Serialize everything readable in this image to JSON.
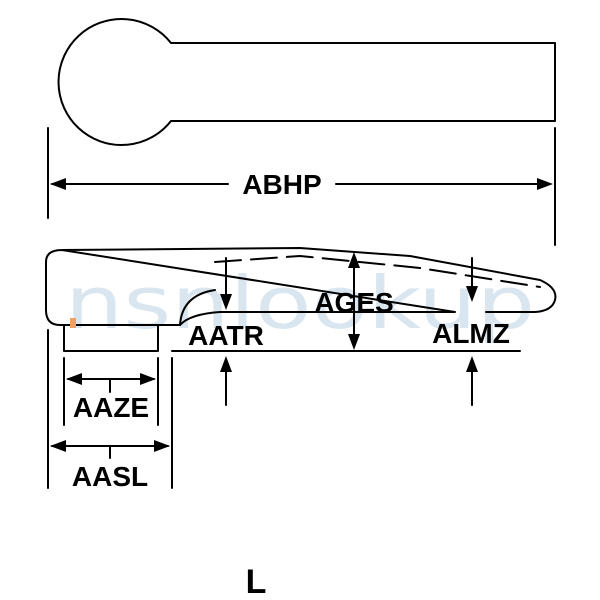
{
  "figure": {
    "watermark": "nsnlookup",
    "figure_letter": "L",
    "dimensions": {
      "overall_length": "ABHP",
      "max_height": "AGES",
      "heel_height": "AATR",
      "tip_height": "ALMZ",
      "base_width": "AAZE",
      "heel_length": "AASL"
    }
  },
  "colors": {
    "line": "#000000",
    "background": "#ffffff",
    "watermark": "#bcd3e3",
    "accent_mark": "#f0a060"
  }
}
